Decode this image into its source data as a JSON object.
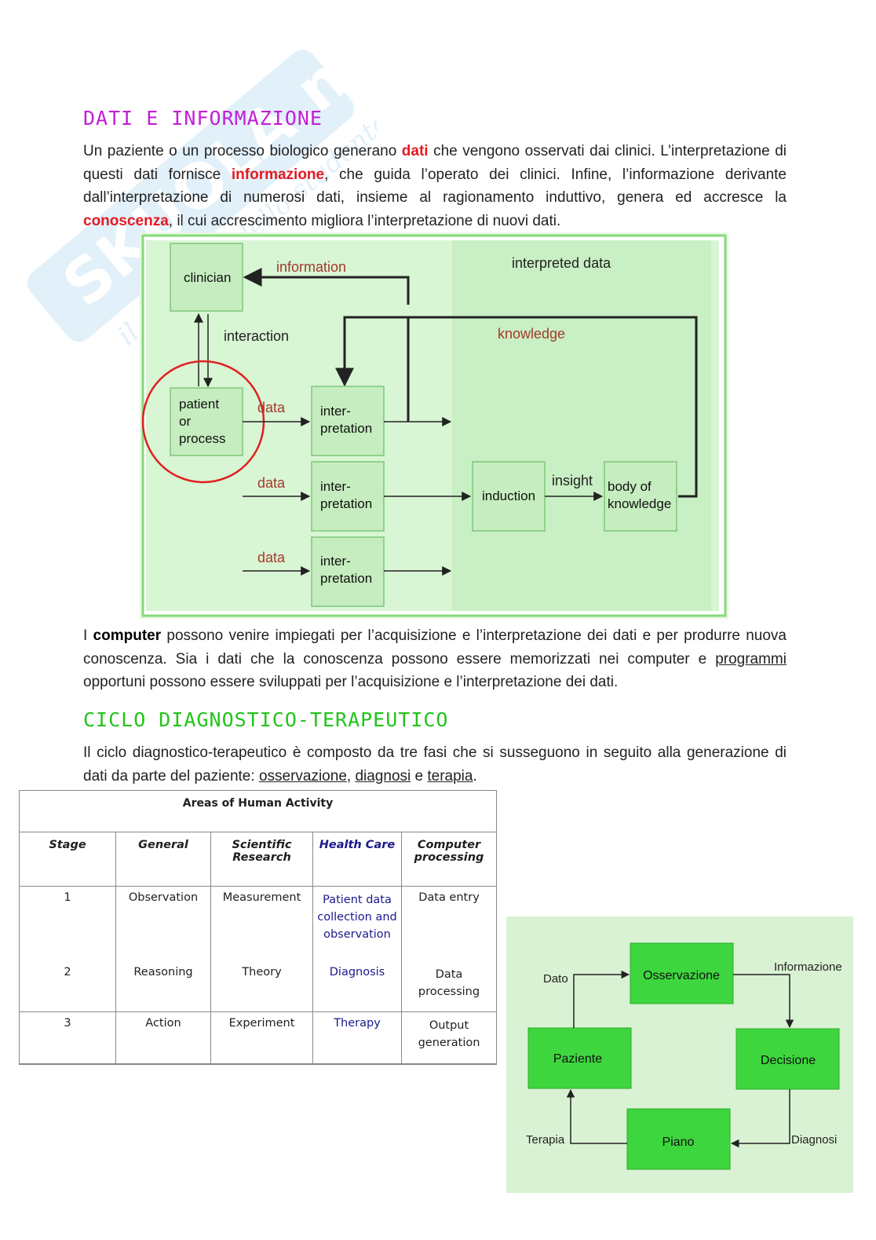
{
  "section1": {
    "title": "DATI E INFORMAZIONE",
    "para1": {
      "t1": "Un paziente o un processo biologico generano ",
      "k1": "dati",
      "t2": " che vengono osservati dai clinici.  L’interpretazione di questi dati fornisce ",
      "k2": "informazione",
      "t3": ", che guida l’operato dei clinici. Infine, l’informazione derivante dall’interpretazione di numerosi dati, insieme al ragionamento induttivo, genera ed accresce la ",
      "k3": "conoscenza",
      "t4": ", il cui accrescimento migliora l’interpretazione di nuovi dati."
    },
    "para2": {
      "t1": "I ",
      "k1": "computer",
      "t2": " possono venire impiegati per l’acquisizione e l’interpretazione dei dati e per produrre nuova conoscenza. Sia i dati che la conoscenza possono essere memorizzati nei computer e ",
      "u1": "programmi",
      "t3": " opportuni possono essere sviluppati per l’acquisizione e l’interpretazione dei dati."
    }
  },
  "figure1": {
    "clinician": "clinician",
    "information": "information",
    "interpreted_data": "interpreted data",
    "interaction": "interaction",
    "knowledge": "knowledge",
    "patient": [
      "patient",
      "or",
      "process"
    ],
    "data": "data",
    "interpretation": [
      "inter-",
      "pretation"
    ],
    "induction": "induction",
    "insight": "insight",
    "body_of_knowledge": [
      "body of",
      "knowledge"
    ]
  },
  "section2": {
    "title": "CICLO DIAGNOSTICO-TERAPEUTICO",
    "para1": {
      "t1": "Il ciclo diagnostico-terapeutico è composto da tre fasi che si susseguono in seguito alla generazione di dati da parte del paziente: ",
      "u1": "osservazione",
      "t2": ", ",
      "u2": "diagnosi",
      "t3": " e ",
      "u3": "terapia",
      "t4": "."
    }
  },
  "table": {
    "caption": "Areas of Human Activity",
    "headers": [
      "Stage",
      "General",
      "Scientific Research",
      "Health Care",
      "Computer processing"
    ],
    "rows": [
      [
        "1",
        "Observation",
        "Measurement",
        "Patient data collection and observation",
        "Data entry"
      ],
      [
        "2",
        "Reasoning",
        "Theory",
        "Diagnosis",
        "Data processing"
      ],
      [
        "3",
        "Action",
        "Experiment",
        "Therapy",
        "Output generation"
      ]
    ]
  },
  "figure2": {
    "osservazione": "Osservazione",
    "paziente": "Paziente",
    "decisione": "Decisione",
    "piano": "Piano",
    "dato": "Dato",
    "informazione": "Informazione",
    "terapia": "Terapia",
    "diagnosi": "Diagnosi"
  },
  "watermark": {
    "brand": "SKUOLA.net",
    "tagline": "il paradiso dello studente"
  },
  "colors": {
    "title1": "#c21fd6",
    "title2": "#22c41a",
    "keyword_red": "#e31b23",
    "health_care_blue": "#1a1a8c",
    "cycle_box": "#3ed63e",
    "cycle_bg": "#d9f2d3",
    "fig1_bg": "#d8f5d4"
  }
}
